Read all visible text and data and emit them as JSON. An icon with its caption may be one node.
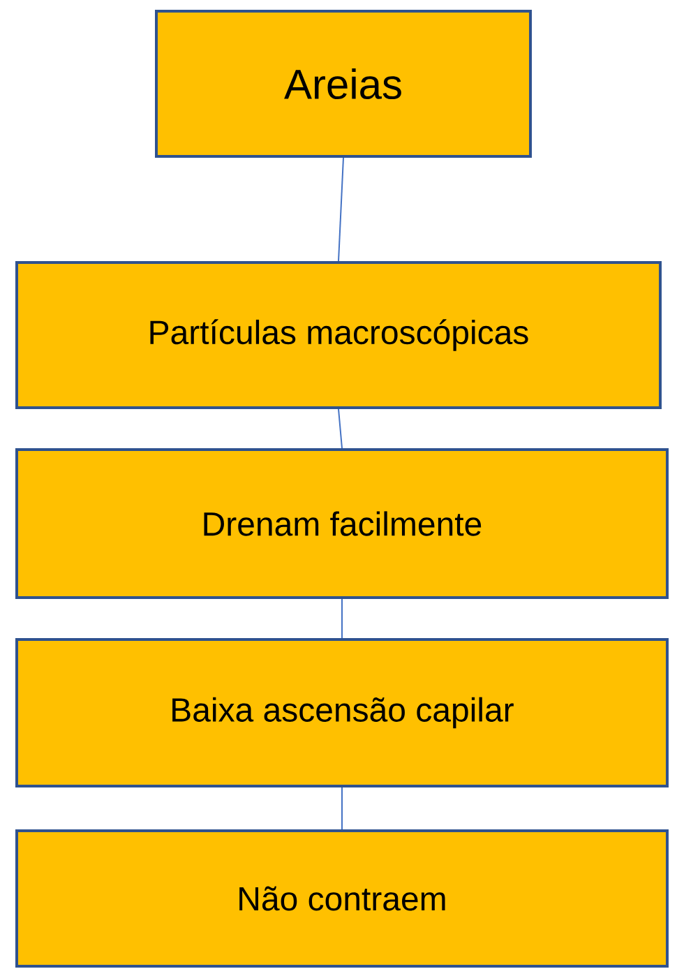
{
  "diagram": {
    "nodes": [
      {
        "text": [
          "Areias"
        ]
      },
      {
        "text": [
          "Partículas macroscópicas"
        ]
      },
      {
        "text": [
          "Drenam facilmente"
        ]
      },
      {
        "text": [
          "Baixa ascensão capilar"
        ]
      },
      {
        "text": [
          "Não contraem"
        ]
      }
    ],
    "edges": [
      {
        "from": 0,
        "to": 1,
        "arrow": "none"
      },
      {
        "from": 1,
        "to": 2,
        "arrow": "none"
      },
      {
        "from": 2,
        "to": 3,
        "arrow": "none"
      },
      {
        "from": 3,
        "to": 4,
        "arrow": "none"
      }
    ]
  }
}
